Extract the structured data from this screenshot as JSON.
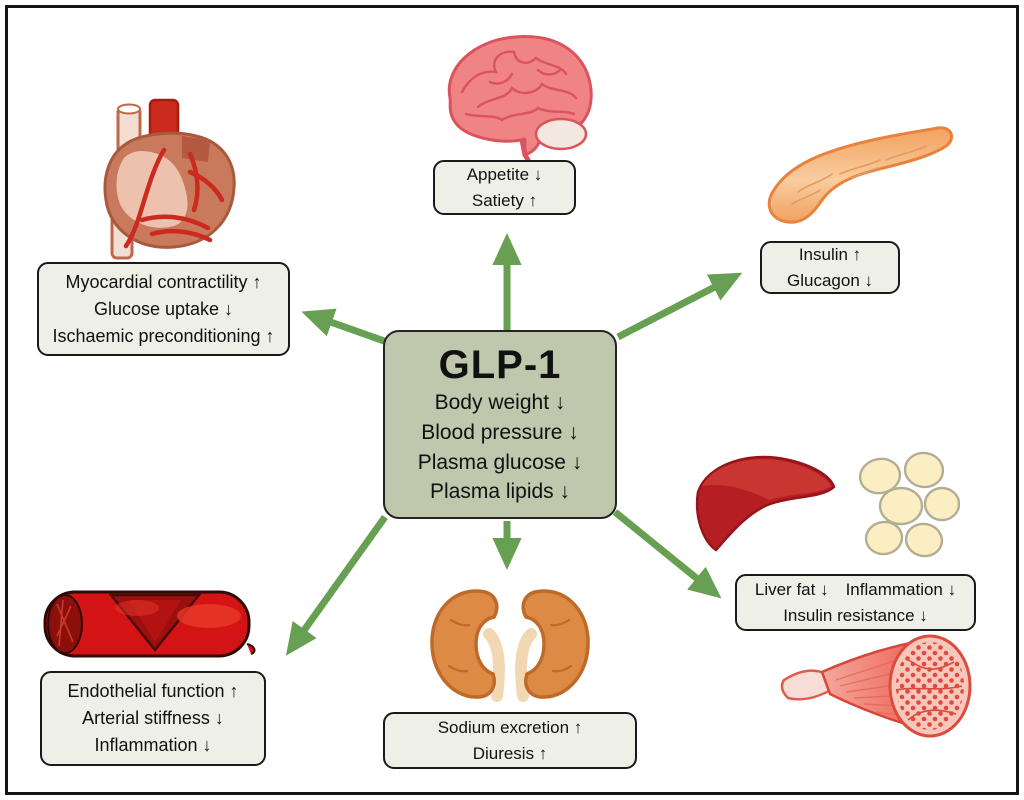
{
  "diagram": {
    "subject": "GLP-1 physiological effects"
  },
  "center_box": {
    "title": "GLP-1",
    "lines": [
      "Body weight ↓",
      "Blood pressure ↓",
      "Plasma glucose ↓",
      "Plasma lipids ↓"
    ]
  },
  "boxes": {
    "brain": {
      "lines": [
        "Appetite ↓",
        "Satiety ↑"
      ]
    },
    "pancreas": {
      "lines": [
        "Insulin ↑",
        "Glucagon ↓"
      ]
    },
    "heart": {
      "lines": [
        "Myocardial contractility ↑",
        "Glucose uptake ↓",
        "Ischaemic preconditioning ↑"
      ]
    },
    "liver": {
      "lines": [
        "Liver fat ↓ Inflammation ↓",
        "Insulin resistance ↓"
      ]
    },
    "vessel": {
      "lines": [
        "Endothelial function ↑",
        "Arterial stiffness ↓",
        "Inflammation ↓"
      ]
    },
    "kidney": {
      "lines": [
        "Sodium excretion ↑",
        "Diuresis ↑"
      ]
    }
  },
  "illustrations": [
    "brain",
    "pancreas",
    "heart",
    "liver",
    "fat-cells",
    "skeletal-muscle",
    "blood-vessel",
    "kidneys"
  ],
  "colors": {
    "arrow_green": "#67a052",
    "center_box_bg": "#bfc7ad",
    "label_box_bg": "#eef0e8",
    "box_border": "#1a1a1a"
  }
}
